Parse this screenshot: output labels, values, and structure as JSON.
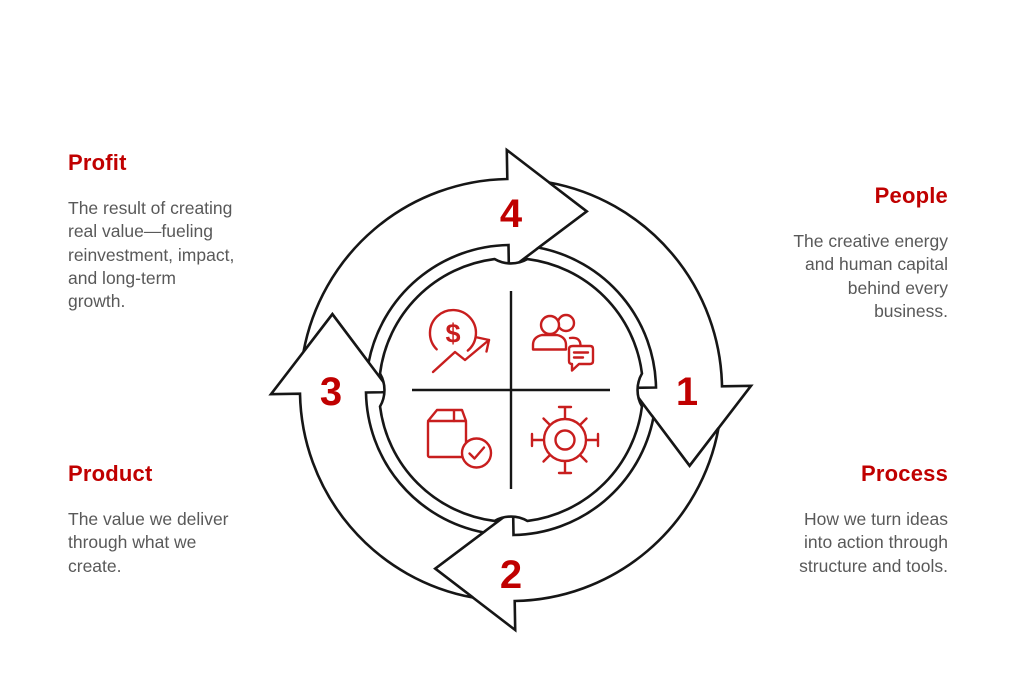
{
  "diagram": {
    "steps": [
      "1",
      "2",
      "3",
      "4"
    ],
    "icons": [
      "dollar-growth-icon",
      "people-chat-icon",
      "package-check-icon",
      "gear-icon"
    ],
    "dollar_symbol": "$",
    "colors": {
      "accent_red": "#c00000",
      "icon_red": "#c81e1e",
      "outline_black": "#161616",
      "body_gray": "#595959"
    }
  },
  "sections": {
    "profit": {
      "title": "Profit",
      "description": "The result of creating\nreal value—fueling\nreinvestment, impact,\nand long-term\ngrowth."
    },
    "people": {
      "title": "People",
      "description": "The creative energy\nand human capital\nbehind every\nbusiness."
    },
    "product": {
      "title": "Product",
      "description": "The value we deliver\nthrough what we\ncreate."
    },
    "process": {
      "title": "Process",
      "description": "How we turn ideas\ninto action through\nstructure and tools."
    }
  }
}
